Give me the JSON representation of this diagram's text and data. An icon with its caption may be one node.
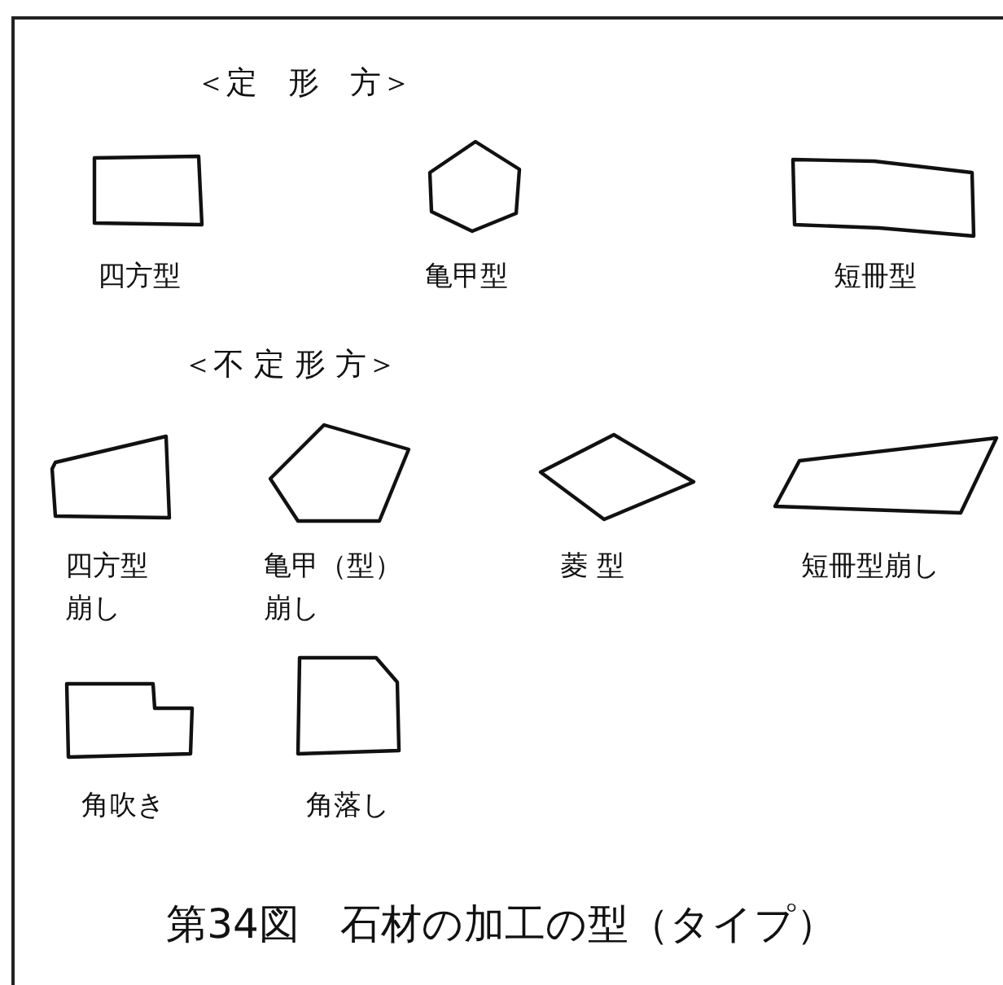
{
  "diagram": {
    "caption": "第34図　石材の加工の型（タイプ）",
    "nodes": [
      {
        "text": [
          "四方型"
        ]
      },
      {
        "text": [
          "亀甲型"
        ]
      },
      {
        "text": [
          "短冊型"
        ]
      },
      {
        "text": [
          "四方型崩し"
        ]
      },
      {
        "text": [
          "亀甲（型）崩し"
        ]
      },
      {
        "text": [
          "菱 型"
        ]
      },
      {
        "text": [
          "短冊型崩し"
        ]
      },
      {
        "text": [
          "角吹き"
        ]
      },
      {
        "text": [
          "角落し"
        ]
      }
    ],
    "labels": [
      "＜定　形　方＞",
      "＜不 定 形 方＞"
    ]
  }
}
